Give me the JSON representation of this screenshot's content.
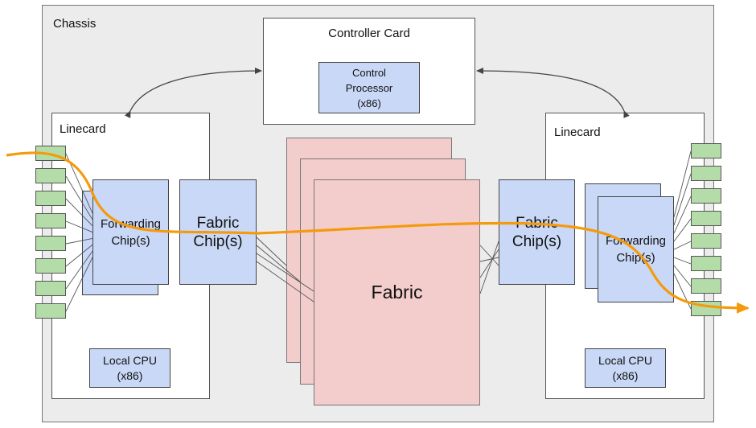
{
  "chassis": {
    "label": "Chassis"
  },
  "controller": {
    "label": "Controller Card",
    "processor": "Control\nProcessor\n(x86)"
  },
  "left_linecard": {
    "label": "Linecard",
    "forwarding": "Forwarding\nChip(s)",
    "fabric_chip": "Fabric\nChip(s)",
    "local_cpu": "Local CPU\n(x86)"
  },
  "right_linecard": {
    "label": "Linecard",
    "forwarding": "Forwarding\nChip(s)",
    "fabric_chip": "Fabric\nChip(s)",
    "local_cpu": "Local CPU\n(x86)"
  },
  "fabric": {
    "label": "Fabric"
  },
  "colors": {
    "chassis_bg": "#ececec",
    "chip_blue": "#c9d8f6",
    "fabric_pink": "#f3cccc",
    "port_green": "#b4dca8",
    "flow_orange": "#f59a0c"
  }
}
